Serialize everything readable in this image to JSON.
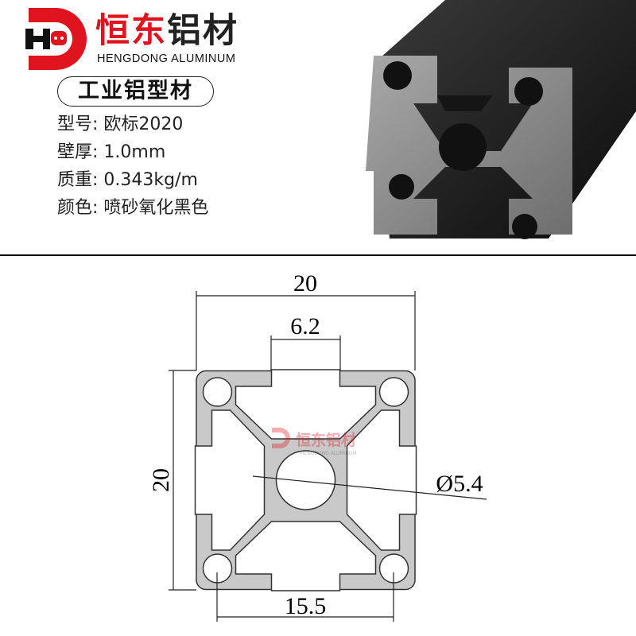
{
  "brand": {
    "name_red": "恒东",
    "name_black": "铝材",
    "name_en": "HENGDONG ALUMINUM",
    "logo_letters": "HD",
    "red": "#e0141e"
  },
  "category": "工业铝型材",
  "specs": [
    {
      "label": "型号",
      "value": "欧标2020"
    },
    {
      "label": "壁厚",
      "value": "1.0mm"
    },
    {
      "label": "质重",
      "value": "0.343kg/m"
    },
    {
      "label": "颜色",
      "value": "喷砂氧化黑色"
    }
  ],
  "drawing": {
    "width": "20",
    "height": "20",
    "slot": "6.2",
    "hole_spacing": "15.5",
    "center_hole": "Ø5.4",
    "profile_color": "#c9c9c9"
  },
  "watermark": {
    "name": "恒东铝材",
    "name_en": "HENGDONG ALUMINUM"
  }
}
